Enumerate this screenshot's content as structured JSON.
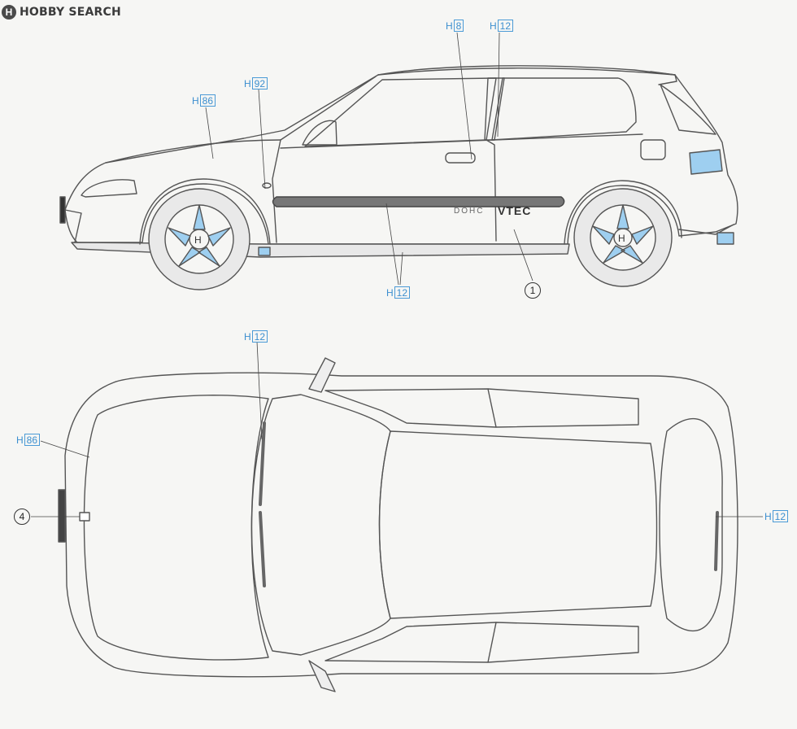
{
  "watermark": {
    "brand": "HOBBY SEARCH"
  },
  "side_view": {
    "labels": {
      "hood": {
        "prefix": "H",
        "code": "86"
      },
      "a_pillar": {
        "prefix": "H",
        "code": "92"
      },
      "door_handle": {
        "prefix": "H",
        "code": "8"
      },
      "b_pillar": {
        "prefix": "H",
        "code": "12"
      },
      "side_skirt": {
        "prefix": "H",
        "code": "12"
      },
      "door_stripe_marker": "1"
    },
    "door_text": {
      "dohc": "DOHC",
      "vtec": "VTEC"
    }
  },
  "top_view": {
    "labels": {
      "windshield": {
        "prefix": "H",
        "code": "12"
      },
      "hood": {
        "prefix": "H",
        "code": "86"
      },
      "rear_wiper": {
        "prefix": "H",
        "code": "12"
      },
      "emblem_marker": "4"
    }
  },
  "colors": {
    "line": "#555555",
    "accent_blue": "#9ecff0",
    "callout_blue": "#3c8fcf",
    "paper": "#f6f6f4"
  }
}
